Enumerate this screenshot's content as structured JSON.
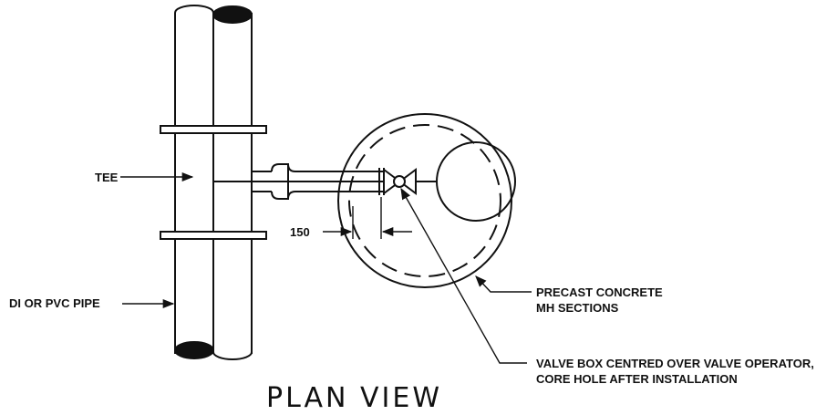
{
  "labels": {
    "tee": "TEE",
    "pipe": "DI OR PVC PIPE",
    "dimension": "150",
    "manhole": [
      "PRECAST CONCRETE",
      "MH SECTIONS"
    ],
    "valve_box": [
      "VALVE BOX CENTRED OVER VALVE OPERATOR,",
      "CORE HOLE AFTER INSTALLATION"
    ],
    "title": "PLAN VIEW"
  }
}
